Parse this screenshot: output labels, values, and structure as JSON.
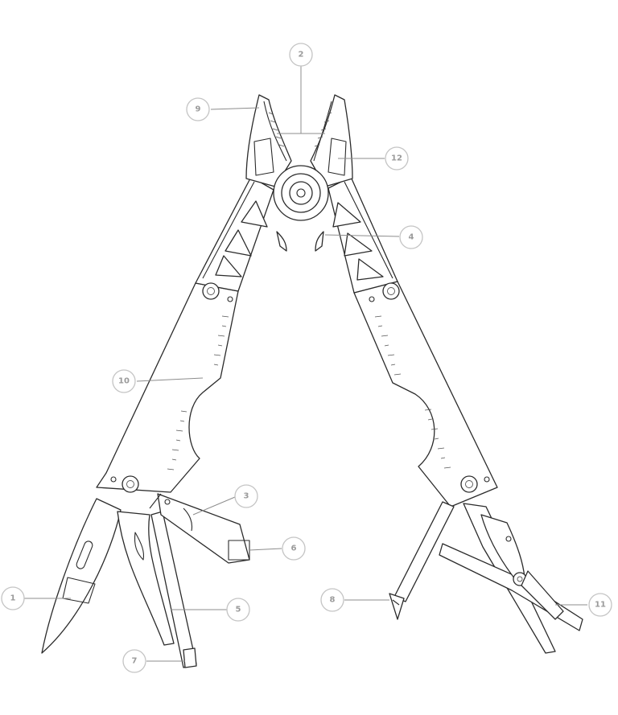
{
  "diagram": {
    "callouts": [
      {
        "id": "knife-blade",
        "label": "1"
      },
      {
        "id": "jaw-gap",
        "label": "2"
      },
      {
        "id": "bottle-opener-slot",
        "label": "3"
      },
      {
        "id": "pivot-notch",
        "label": "4"
      },
      {
        "id": "file-tool",
        "label": "5"
      },
      {
        "id": "flat-screwdriver",
        "label": "6"
      },
      {
        "id": "small-screwdriver-tip",
        "label": "7"
      },
      {
        "id": "phillips-driver",
        "label": "8"
      },
      {
        "id": "needle-nose-jaw",
        "label": "9"
      },
      {
        "id": "ruler-handle",
        "label": "10"
      },
      {
        "id": "scissors",
        "label": "11"
      },
      {
        "id": "wire-cutter",
        "label": "12"
      }
    ]
  }
}
